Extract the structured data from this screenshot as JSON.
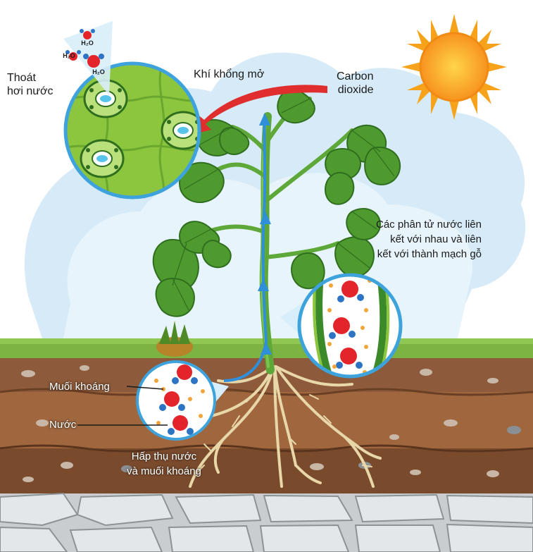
{
  "labels": {
    "transpiration": "Thoát\nhơi nước",
    "stomata_open": "Khí khổng mở",
    "carbon_dioxide": "Carbon\ndioxide",
    "water_molecules": "Các phân tử nước liên\nkết với nhau và liên\nkết với thành mạch gỗ",
    "mineral_salts": "Muối khoáng",
    "water": "Nước",
    "absorption": "Hấp thụ nước\nvà muối khoáng"
  },
  "chem_labels": [
    "H₂O",
    "H₂O",
    "H₂O"
  ],
  "colors": {
    "sky": "#cfe6f5",
    "cloud": "#ffffff",
    "sun": "#f7a21b",
    "grass": "#7cb342",
    "soil_top": "#8d5a3b",
    "soil_mid": "#a0673f",
    "soil_deep": "#7a4a2d",
    "rock": "#cfd3d6",
    "leaf": "#4f9a2f",
    "leaf_dark": "#2f6e1e",
    "stem": "#5da838",
    "root": "#e7d6a6",
    "arrow_blue": "#2f8fd8",
    "arrow_red": "#e02d2d",
    "circle_border": "#3ea3dd",
    "water_red": "#e3242b",
    "water_blue": "#2d74c4",
    "mineral_orange": "#f4a53a"
  }
}
